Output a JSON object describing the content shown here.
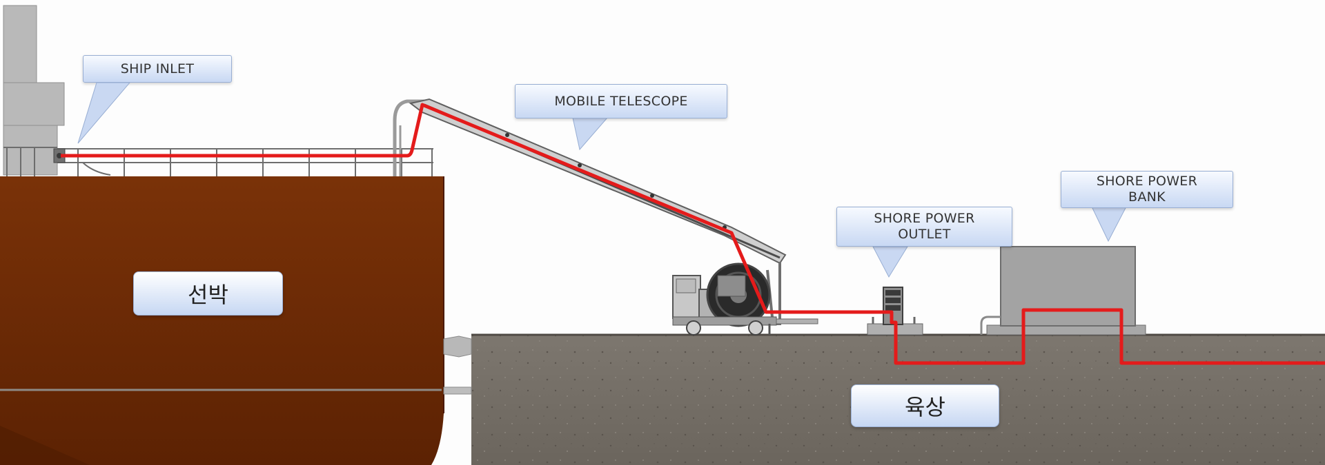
{
  "callouts": {
    "ship_inlet": "SHIP INLET",
    "mobile_telescope": "MOBILE TELESCOPE",
    "shore_power_outlet_line1": "SHORE POWER",
    "shore_power_outlet_line2": "OUTLET",
    "shore_power_bank_line1": "SHORE POWER",
    "shore_power_bank_line2": "BANK"
  },
  "labels": {
    "ship": "선박",
    "land": "육상"
  },
  "colors": {
    "cable": "#e41b1b",
    "hull": "#6e2a05",
    "ground": "#77716a",
    "equipment": "#a0a0a0",
    "callout_fill": "#dbe6f7"
  }
}
